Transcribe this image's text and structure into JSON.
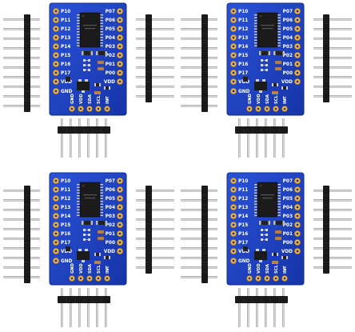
{
  "boards": [
    {
      "id": "top-left"
    },
    {
      "id": "top-right"
    },
    {
      "id": "bottom-left"
    },
    {
      "id": "bottom-right"
    }
  ],
  "board_labels": {
    "left_column": [
      "P10",
      "P11",
      "P12",
      "P13",
      "P14",
      "P15",
      "P16",
      "P17",
      "VDD",
      "GND"
    ],
    "right_column": [
      "P07",
      "P06",
      "P05",
      "P04",
      "P03",
      "P02",
      "P01",
      "P00",
      "VDD"
    ],
    "bottom_row": [
      "GND",
      "VDD",
      "SDA",
      "SCL",
      "INT"
    ]
  },
  "colors": {
    "pcb": "#1c3fc4",
    "pcb_edge": "#102a8a",
    "pad": "#f2b53a",
    "chip": "#1b1b1b",
    "header_plastic": "#1a1a1a",
    "pin_metal": "#c8c8c8"
  }
}
